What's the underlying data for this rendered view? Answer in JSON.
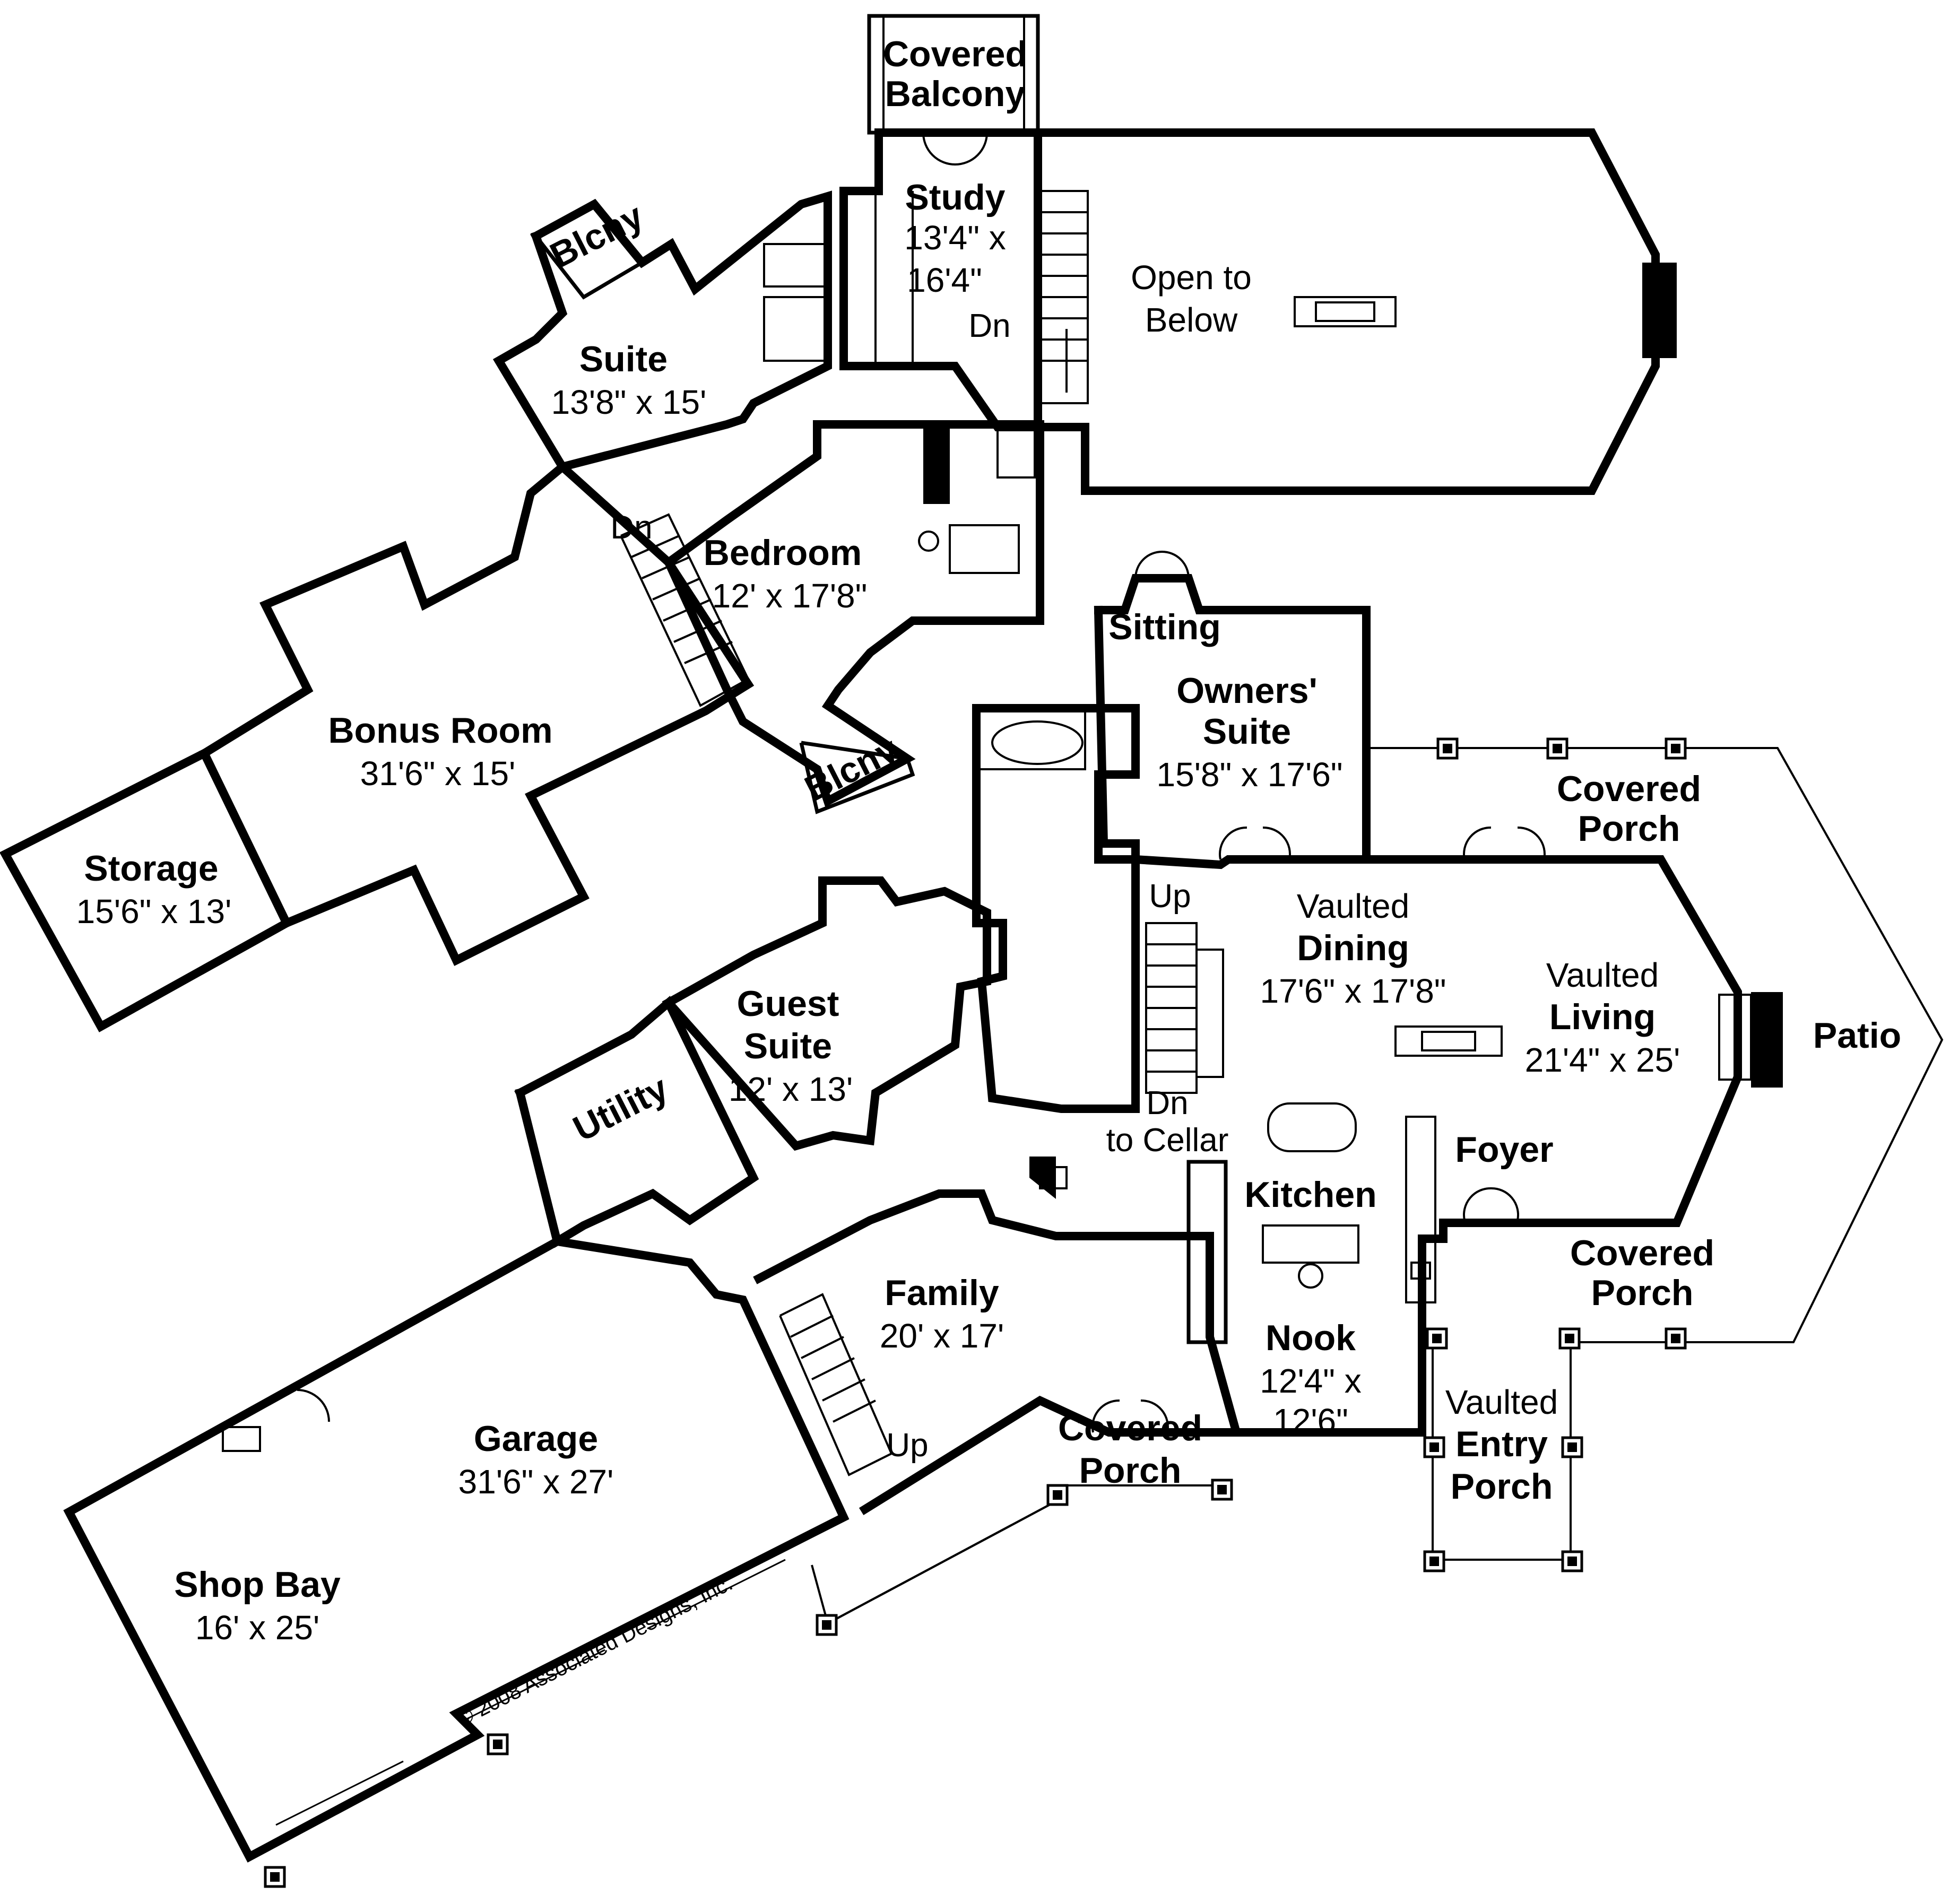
{
  "rooms": {
    "covered_balcony": {
      "line1": "Covered",
      "line2": "Balcony"
    },
    "study": {
      "name": "Study",
      "dim1": "13'4\" x",
      "dim2": "16'4\""
    },
    "study_stair": "Dn",
    "open_to_below": {
      "line1": "Open to",
      "line2": "Below"
    },
    "blcny_upper": "Blcny",
    "suite": {
      "name": "Suite",
      "dim": "13'8\" x 15'"
    },
    "bedroom": {
      "name": "Bedroom",
      "dim": "12' x 17'8\""
    },
    "bonus_stair": "Dn",
    "bonus_room": {
      "name": "Bonus Room",
      "dim": "31'6\" x 15'"
    },
    "storage": {
      "name": "Storage",
      "dim": "15'6\" x 13'"
    },
    "blcny_lower": "Blcny",
    "sitting": "Sitting",
    "owners_suite": {
      "line1": "Owners'",
      "line2": "Suite",
      "dim": "15'8\" x 17'6\""
    },
    "covered_porch_ne": {
      "line1": "Covered",
      "line2": "Porch"
    },
    "vaulted_dining": {
      "prefix": "Vaulted",
      "name": "Dining",
      "dim": "17'6\" x 17'8\""
    },
    "vaulted_living": {
      "prefix": "Vaulted",
      "name": "Living",
      "dim": "21'4\" x 25'"
    },
    "patio": "Patio",
    "stair_up_main": "Up",
    "stair_down_cellar": {
      "line1": "Dn",
      "line2": "to Cellar"
    },
    "guest_suite": {
      "line1": "Guest",
      "line2": "Suite",
      "dim": "12' x 13'"
    },
    "utility": "Utility",
    "kitchen": "Kitchen",
    "foyer": "Foyer",
    "covered_porch_e": {
      "line1": "Covered",
      "line2": "Porch"
    },
    "family": {
      "name": "Family",
      "dim": "20' x 17'"
    },
    "nook": {
      "name": "Nook",
      "dim1": "12'4\" x",
      "dim2": "12'6\""
    },
    "vaulted_entry_porch": {
      "line1": "Vaulted",
      "line2": "Entry",
      "line3": "Porch"
    },
    "covered_porch_s": {
      "line1": "Covered",
      "line2": "Porch"
    },
    "garage_stair": "Up",
    "garage": {
      "name": "Garage",
      "dim": "31'6\" x 27'"
    },
    "shop_bay": {
      "name": "Shop Bay",
      "dim": "16' x 25'"
    }
  },
  "copyright": "© 2008 Associated Designs, Inc.",
  "colors": {
    "line": "#000000",
    "background": "#ffffff"
  }
}
